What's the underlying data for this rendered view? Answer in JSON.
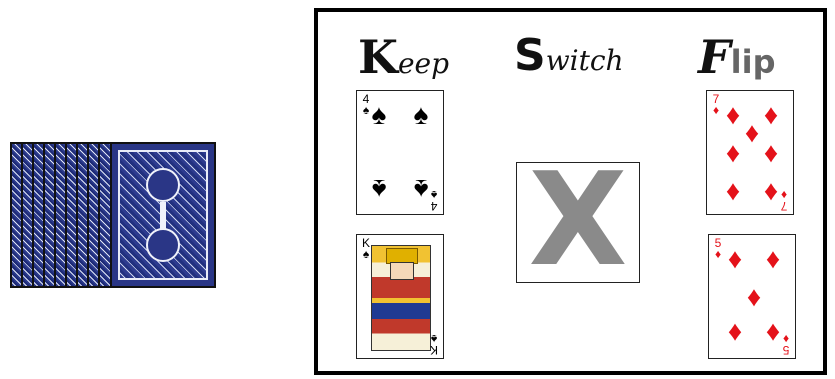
{
  "deck": {
    "card_count": 10
  },
  "columns": {
    "keep": {
      "first": "K",
      "rest": "eep"
    },
    "switch": {
      "first": "S",
      "rest": "witch"
    },
    "flip": {
      "first": "F",
      "rest": "lip"
    }
  },
  "cards": {
    "four_spades": {
      "rank": "4",
      "suit": "♠",
      "color": "#000000"
    },
    "king_spades": {
      "rank": "K",
      "suit": "♠",
      "color": "#000000"
    },
    "seven_diamonds": {
      "rank": "7",
      "suit": "♦",
      "color": "#e4121a"
    },
    "five_diamonds": {
      "rank": "5",
      "suit": "♦",
      "color": "#e4121a"
    }
  },
  "switch_slot": {
    "mark": "X",
    "color": "#8a8a8a"
  },
  "colors": {
    "deck_back": "#2a3686",
    "board_border": "#000000"
  }
}
